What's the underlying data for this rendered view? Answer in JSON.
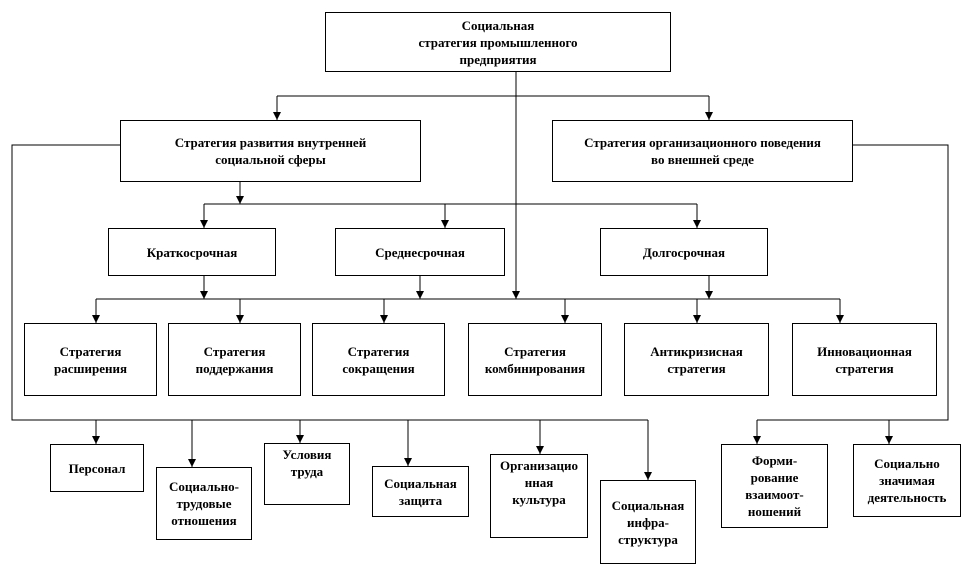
{
  "diagram": {
    "root": "Социальная\nстратегия  промышленного\nпредприятия",
    "branches": {
      "internal": "Стратегия развития внутренней\nсоциальной сферы",
      "external": "Стратегия организационного поведения\nво внешней среде"
    },
    "horizons": {
      "short": "Краткосрочная",
      "medium": "Среднесрочная",
      "long": "Долгосрочная"
    },
    "strategies": {
      "expansion": "Стратегия\nрасширения",
      "support": "Стратегия\nподдержания",
      "reduction": "Стратегия\nсокращения",
      "combination": "Стратегия\nкомбинирования",
      "anticrisis": "Антикризисная\nстратегия",
      "innovation": "Инновационная\nстратегия"
    },
    "internal_areas": {
      "personnel": "Персонал",
      "labor_relations": "Социально-\nтрудовые\nотношения",
      "work_conditions": "Условия\nтруда",
      "social_protection": "Социальная\nзащита",
      "org_culture": "Организацио\nнная\nкультура",
      "social_infra": "Социальная\nинфра-\nструктура"
    },
    "external_areas": {
      "relations": "Форми-\nрование\nвзаимоот-\nношений",
      "social_activity": "Социально\nзначимая\nдеятельность"
    }
  },
  "colors": {
    "line": "#000000",
    "box_border": "#000000",
    "background": "#ffffff"
  }
}
